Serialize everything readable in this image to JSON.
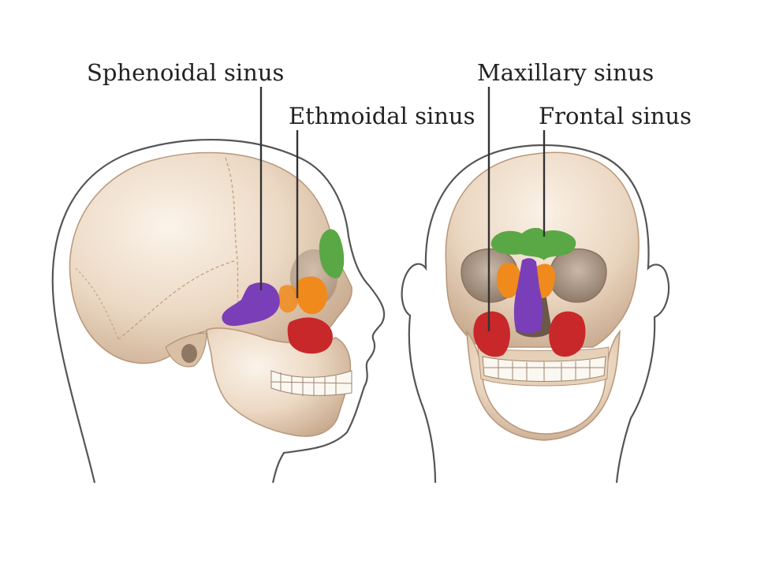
{
  "labels": {
    "sphenoidal": "Sphenoidal sinus",
    "ethmoidal": "Ethmoidal sinus",
    "maxillary": "Maxillary sinus",
    "frontal": "Frontal sinus"
  },
  "colors": {
    "sphenoidal": "#7a3fb8",
    "ethmoidal": "#f08a1c",
    "maxillary": "#c8282a",
    "frontal": "#5aa845",
    "bone": "#ead6c0",
    "outline": "#3a3a3a"
  }
}
